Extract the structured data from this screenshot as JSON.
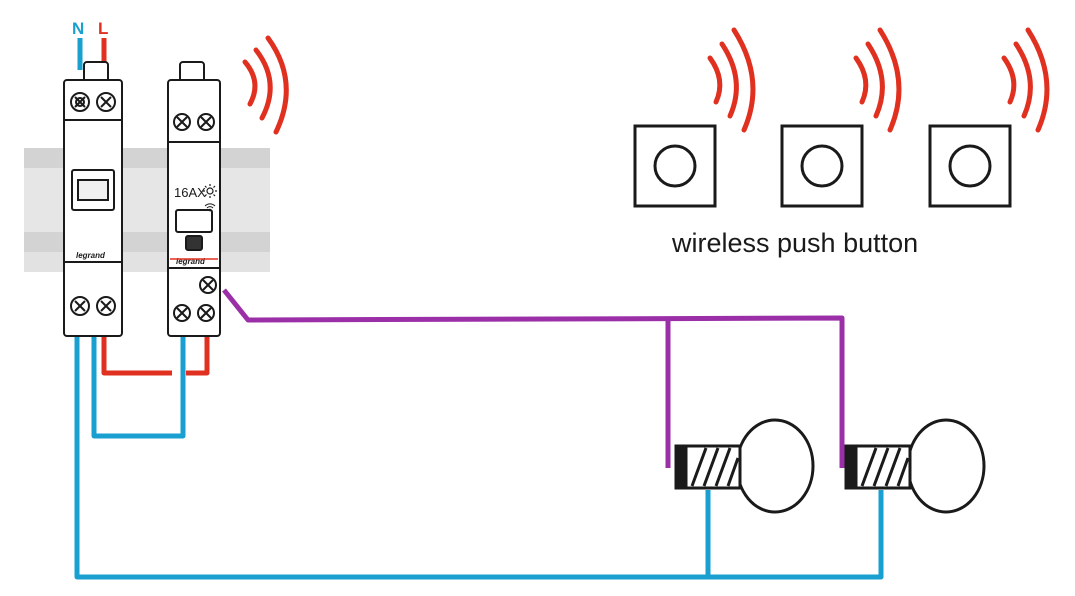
{
  "labels": {
    "neutral": "N",
    "live": "L",
    "wireless_caption": "wireless push button"
  },
  "breaker": {
    "brand": "legrand"
  },
  "receiver": {
    "rating": "16AX",
    "brand": "legrand"
  },
  "colors": {
    "neutral_wire": "#1aa0d0",
    "live_wire": "#e03020",
    "switched_wire": "#9b2fa8",
    "radio_waves": "#e03020",
    "din_rail": "#d0d0d0",
    "outline": "#1a1a1a"
  },
  "push_buttons": [
    {
      "id": "button-1"
    },
    {
      "id": "button-2"
    },
    {
      "id": "button-3"
    }
  ],
  "lamps": [
    {
      "id": "lamp-1"
    },
    {
      "id": "lamp-2"
    }
  ]
}
